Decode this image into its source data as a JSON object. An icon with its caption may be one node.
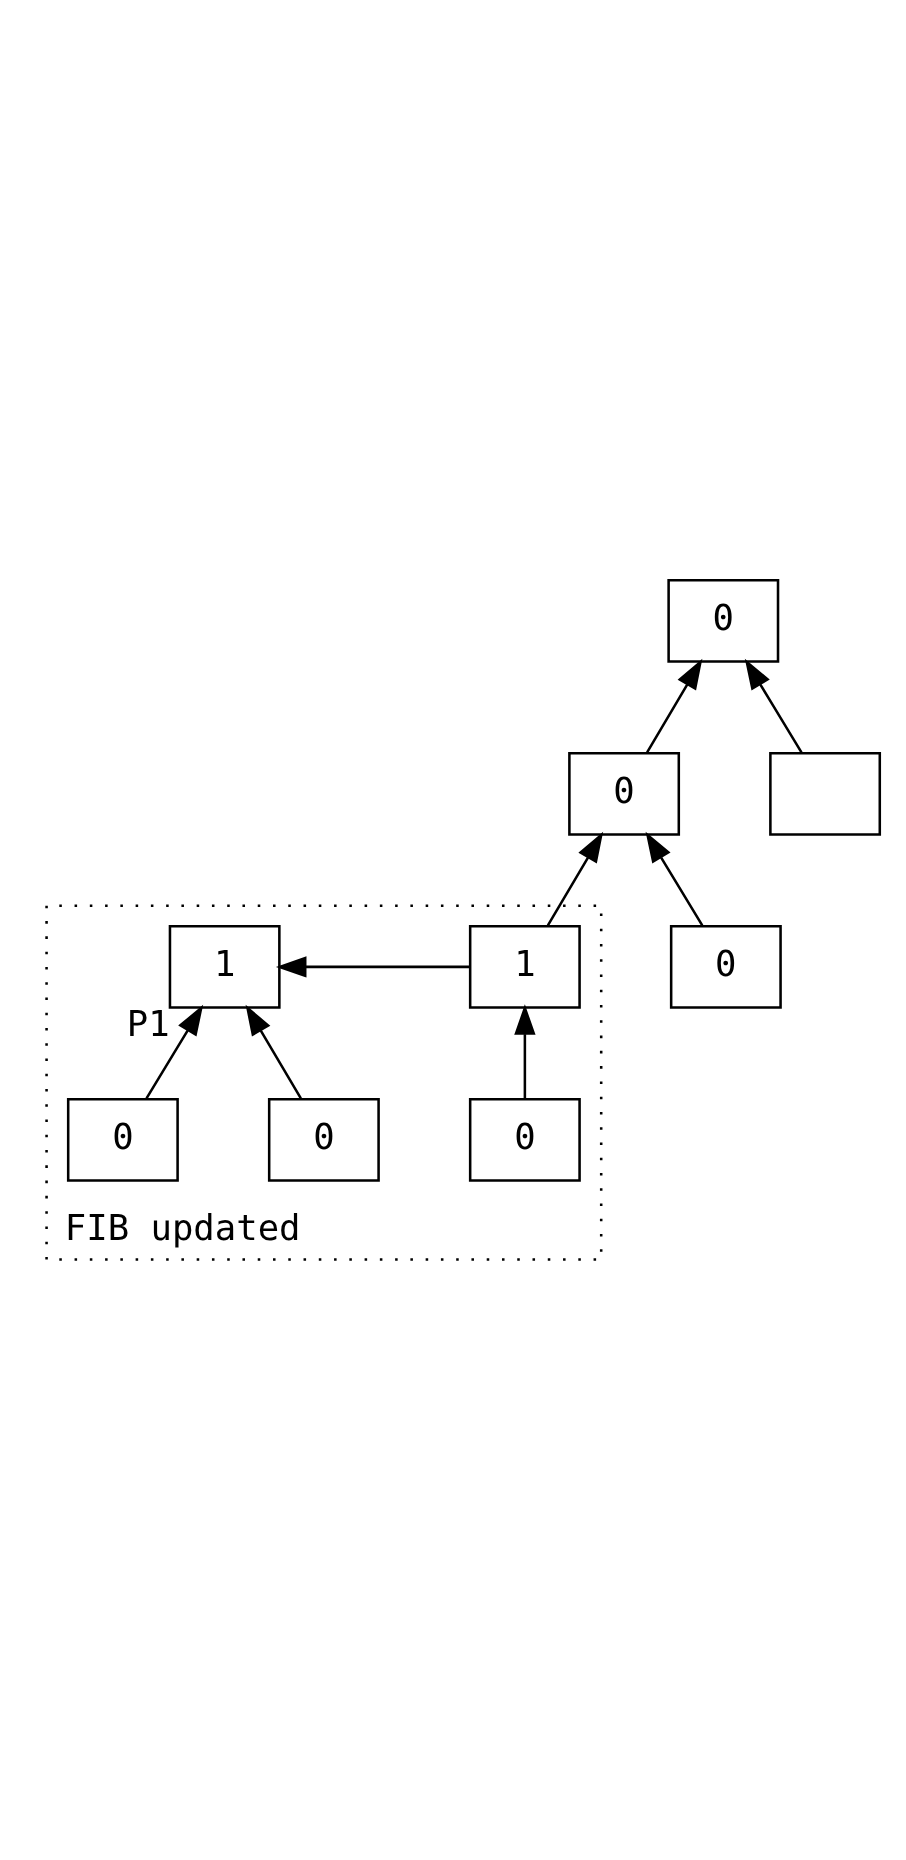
{
  "diagram": {
    "nodes": [
      {
        "text": [
          "0"
        ]
      },
      {
        "text": [
          "0"
        ]
      },
      {
        "text": [],
        "shape": "box"
      },
      {
        "text": [
          "FIB updated"
        ]
      },
      {
        "text": [
          "1"
        ],
        "in": 3
      },
      {
        "text": [
          "0"
        ]
      },
      {
        "text": [
          "1"
        ],
        "in": 3,
        "beside": [
          "P1"
        ]
      },
      {
        "text": [
          "0"
        ],
        "in": 3
      },
      {
        "text": [
          "0"
        ],
        "in": 3
      },
      {
        "text": [
          "0"
        ],
        "in": 3
      }
    ],
    "edges": [
      {
        "from": 1,
        "to": 0,
        "arrow": "to"
      },
      {
        "from": 2,
        "to": 0,
        "arrow": "to"
      },
      {
        "from": 4,
        "to": 1,
        "arrow": "to"
      },
      {
        "from": 5,
        "to": 1,
        "arrow": "to"
      },
      {
        "from": 4,
        "to": 6,
        "arrow": "to"
      },
      {
        "from": 7,
        "to": 4,
        "arrow": "to"
      },
      {
        "from": 8,
        "to": 6,
        "arrow": "to"
      },
      {
        "from": 9,
        "to": 6,
        "arrow": "to"
      }
    ]
  }
}
